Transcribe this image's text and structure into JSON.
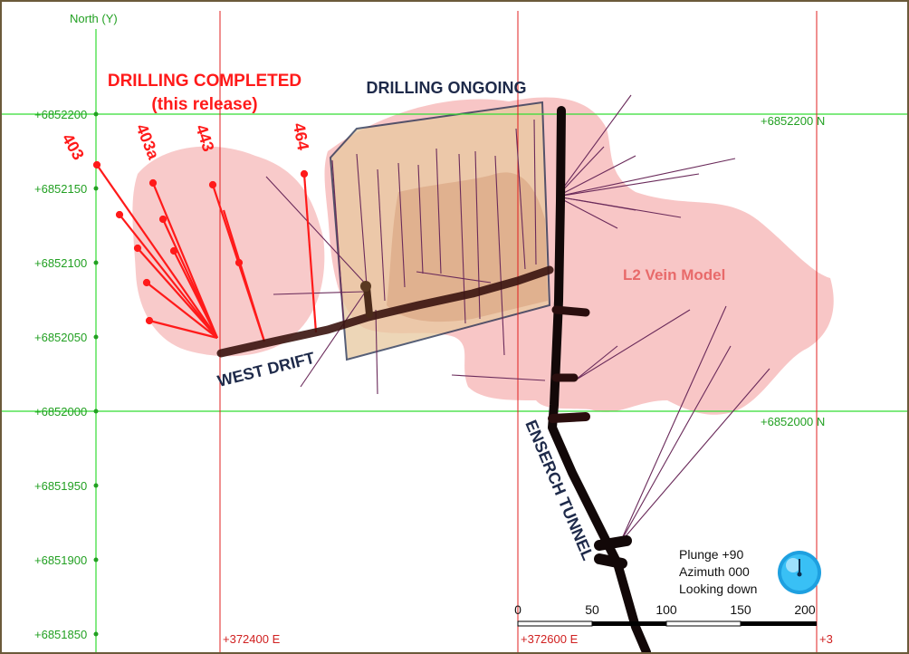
{
  "axis": {
    "y_title": "North (Y)",
    "y_ticks": [
      "+6852200",
      "+6852150",
      "+6852100",
      "+6852050",
      "+6852000",
      "+6851950",
      "+6851900",
      "+6851850"
    ],
    "x_ticks": [
      "+372400 E",
      "+372600 E",
      "+3"
    ],
    "north_grid_labels": [
      "+6852200 N",
      "+6852000 N"
    ]
  },
  "labels": {
    "drilling_completed": "DRILLING COMPLETED",
    "this_release": "(this release)",
    "drilling_ongoing": "DRILLING ONGOING",
    "west_drift": "WEST DRIFT",
    "ensearch_tunnel": "ENSERCH TUNNEL",
    "vein_model": "L2 Vein Model"
  },
  "holes": [
    "403",
    "403a",
    "443",
    "464"
  ],
  "view": {
    "plunge": "Plunge +90",
    "azimuth": "Azimuth 000",
    "looking": "Looking down"
  },
  "scale_bar": {
    "ticks": [
      "0",
      "50",
      "100",
      "150",
      "200"
    ]
  },
  "colors": {
    "grid_green": "#33dd33",
    "grid_red": "#e02020",
    "drill_completed": "#ff1a1a",
    "drill_other": "#6a2a5a",
    "vein_fill": "#f6b8b8",
    "ongoing_fill": "#e8c9a0",
    "tunnel": "#1a0a0a"
  }
}
